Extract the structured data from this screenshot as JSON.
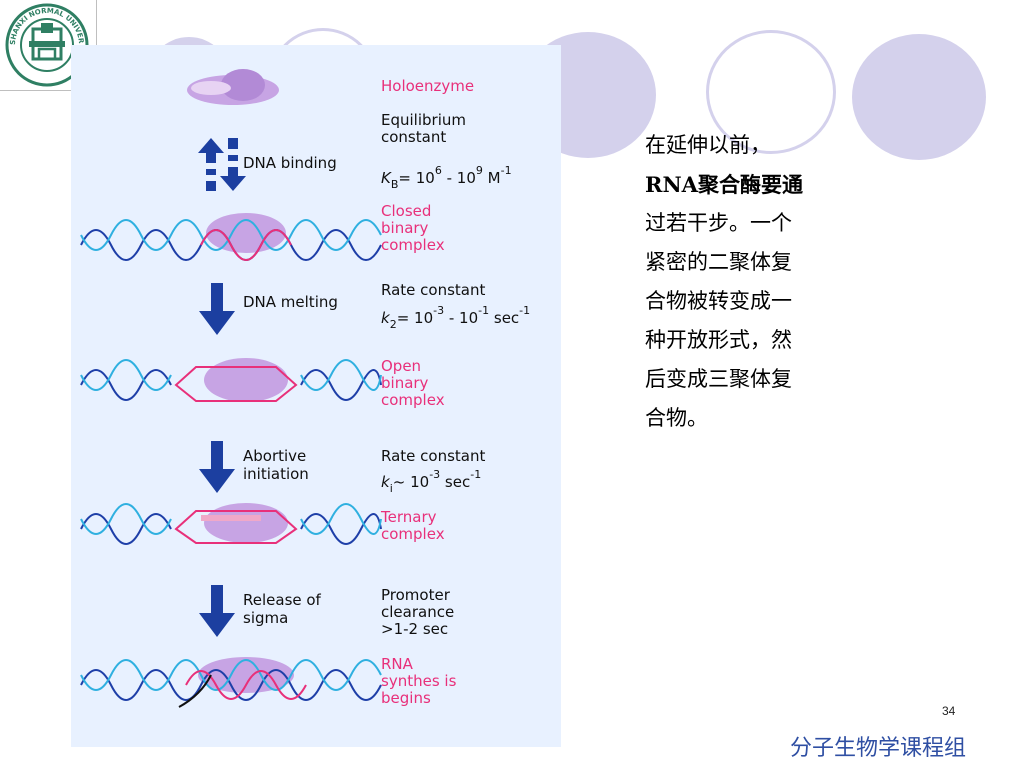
{
  "decor": {
    "circle_fill": "#d4d1ec",
    "circle_stroke": "#c9c6e6"
  },
  "logo": {
    "name": "university-seal",
    "color": "#2f7f63",
    "ring_text": "SHANXI NORMAL UNIVERSITY"
  },
  "figure": {
    "labels": {
      "holoenzyme": "Holoenzyme",
      "equilibrium_constant": "Equilibrium",
      "constant_word": "constant",
      "dna_binding": "DNA binding",
      "kb_formula": "K",
      "kb_sub": "B",
      "kb_rest_1": "= 10",
      "kb_exp_1": "6",
      "kb_rest_2": " - 10",
      "kb_exp_2": "9",
      "kb_unit": " M",
      "kb_unit_exp": "-1",
      "closed_1": "Closed",
      "closed_2": "binary",
      "closed_3": "complex",
      "dna_melting": "DNA melting",
      "rate_constant_1": "Rate constant",
      "k2_formula": "k",
      "k2_sub": "2",
      "k2_rest_1": "= 10",
      "k2_exp_1": "-3",
      "k2_rest_2": " - 10",
      "k2_exp_2": "-1",
      "k2_unit": " sec",
      "k2_unit_exp": "-1",
      "open_1": "Open",
      "open_2": "binary",
      "open_3": "complex",
      "abortive_1": "Abortive",
      "abortive_2": "initiation",
      "rate_constant_2": "Rate constant",
      "ki_formula": "k",
      "ki_sub": "i",
      "ki_rest": "~ 10",
      "ki_exp": "-3",
      "ki_unit": " sec",
      "ki_unit_exp": "-1",
      "ternary_1": "Ternary",
      "ternary_2": "complex",
      "release_1": "Release of",
      "release_2": "sigma",
      "promoter_1": "Promoter",
      "promoter_2": "clearance",
      "promoter_3": ">1-2 sec",
      "rna_1": "RNA",
      "rna_2": "synthes is",
      "rna_3": "begins"
    },
    "colors": {
      "background": "#e8f1ff",
      "enzyme": "#b28ad6",
      "enzyme_light": "#e7d3f3",
      "dna_blue": "#1e3fa8",
      "dna_cyan": "#2fb0e0",
      "dna_red": "#e8307a",
      "arrow": "#1c3fa0"
    }
  },
  "text": {
    "lines": [
      "在延伸以前，",
      "RNA聚合酶要通",
      "过若干步。一个",
      "紧密的二聚体复",
      "合物被转变成一",
      "种开放形式，然",
      "后变成三聚体复",
      "合物。"
    ]
  },
  "page_number": "34",
  "footer": "分子生物学课程组"
}
